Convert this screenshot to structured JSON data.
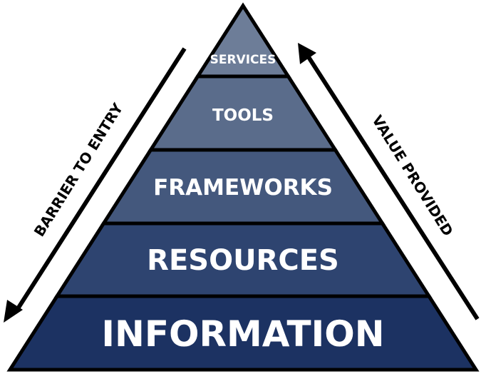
{
  "pyramid": {
    "tiers": [
      {
        "label": "SERVICES",
        "color": "#6d7d98"
      },
      {
        "label": "TOOLS",
        "color": "#5a6c8b"
      },
      {
        "label": "FRAMEWORKS",
        "color": "#44587d"
      },
      {
        "label": "RESOURCES",
        "color": "#2e4470"
      },
      {
        "label": "INFORMATION",
        "color": "#1c3262"
      }
    ]
  },
  "arrows": {
    "left_label": "BARRIER TO ENTRY",
    "right_label": "VALUE PROVIDED"
  }
}
